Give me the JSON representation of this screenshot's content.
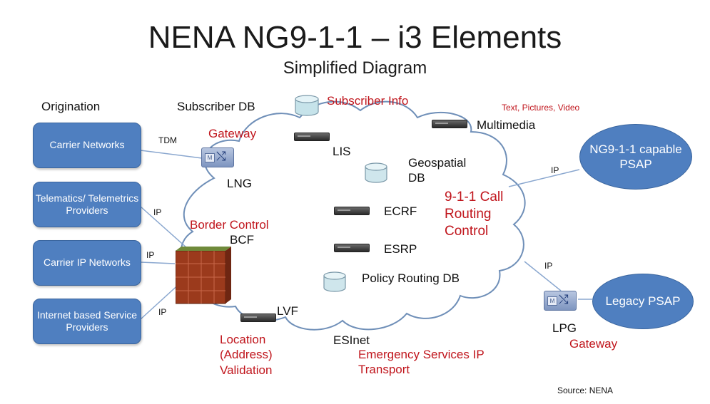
{
  "header": {
    "title": "NENA NG9-1-1 – i3 Elements",
    "subtitle": "Simplified Diagram"
  },
  "origination": {
    "heading": "Origination",
    "boxes": [
      "Carrier Networks",
      "Telematics/ Telemetrics Providers",
      "Carrier IP Networks",
      "Internet based Service Providers"
    ],
    "links": [
      "TDM",
      "IP",
      "IP",
      "IP"
    ]
  },
  "labels": {
    "subscriber_db": "Subscriber DB",
    "subscriber_info": "Subscriber Info",
    "gateway_top": "Gateway",
    "lng": "LNG",
    "lis": "LIS",
    "multimedia_note": "Text, Pictures, Video",
    "multimedia": "Multimedia",
    "geospatial_db": "Geospatial DB",
    "border_control": "Border Control",
    "bcf": "BCF",
    "ecrf": "ECRF",
    "esrp": "ESRP",
    "routing_control": "9-1-1 Call Routing Control",
    "policy_routing_db": "Policy Routing DB",
    "lvf": "LVF",
    "location_validation": "Location (Address) Validation",
    "esinet": "ESInet",
    "esinet_desc": "Emergency Services IP Transport",
    "lpg": "LPG",
    "gateway_bottom": "Gateway",
    "ip_top": "IP",
    "ip_bottom": "IP",
    "source": "Source: NENA"
  },
  "psaps": {
    "ng_psap": "NG9-1-1 capable PSAP",
    "legacy_psap": "Legacy PSAP"
  },
  "icons": {
    "switch_letter": "M",
    "switch_glyph": "⤭"
  },
  "colors": {
    "accent_blue": "#4f7fc0",
    "red_text": "#c0151c",
    "cloud_stroke": "#6f8fb8",
    "firewall": "#9b3a1c"
  }
}
